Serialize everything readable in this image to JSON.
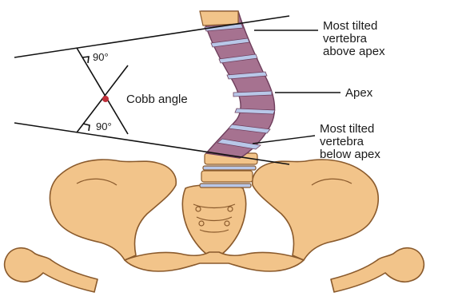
{
  "labels": {
    "top_angle": "90°",
    "bottom_angle": "90°",
    "cobb_angle": "Cobb angle",
    "apex": "Apex",
    "upper_vertebra": [
      "Most tilted",
      "vertebra",
      "above apex"
    ],
    "lower_vertebra": [
      "Most tilted",
      "vertebra",
      "below apex"
    ]
  },
  "colors": {
    "bone": "#f2c48a",
    "bone_outline": "#8a5a2c",
    "vertebra": "#a67290",
    "vertebra_dark": "#6e3e5c",
    "disc": "#b8c7e8",
    "line": "#111111",
    "angle_dot": "#c0303a"
  }
}
